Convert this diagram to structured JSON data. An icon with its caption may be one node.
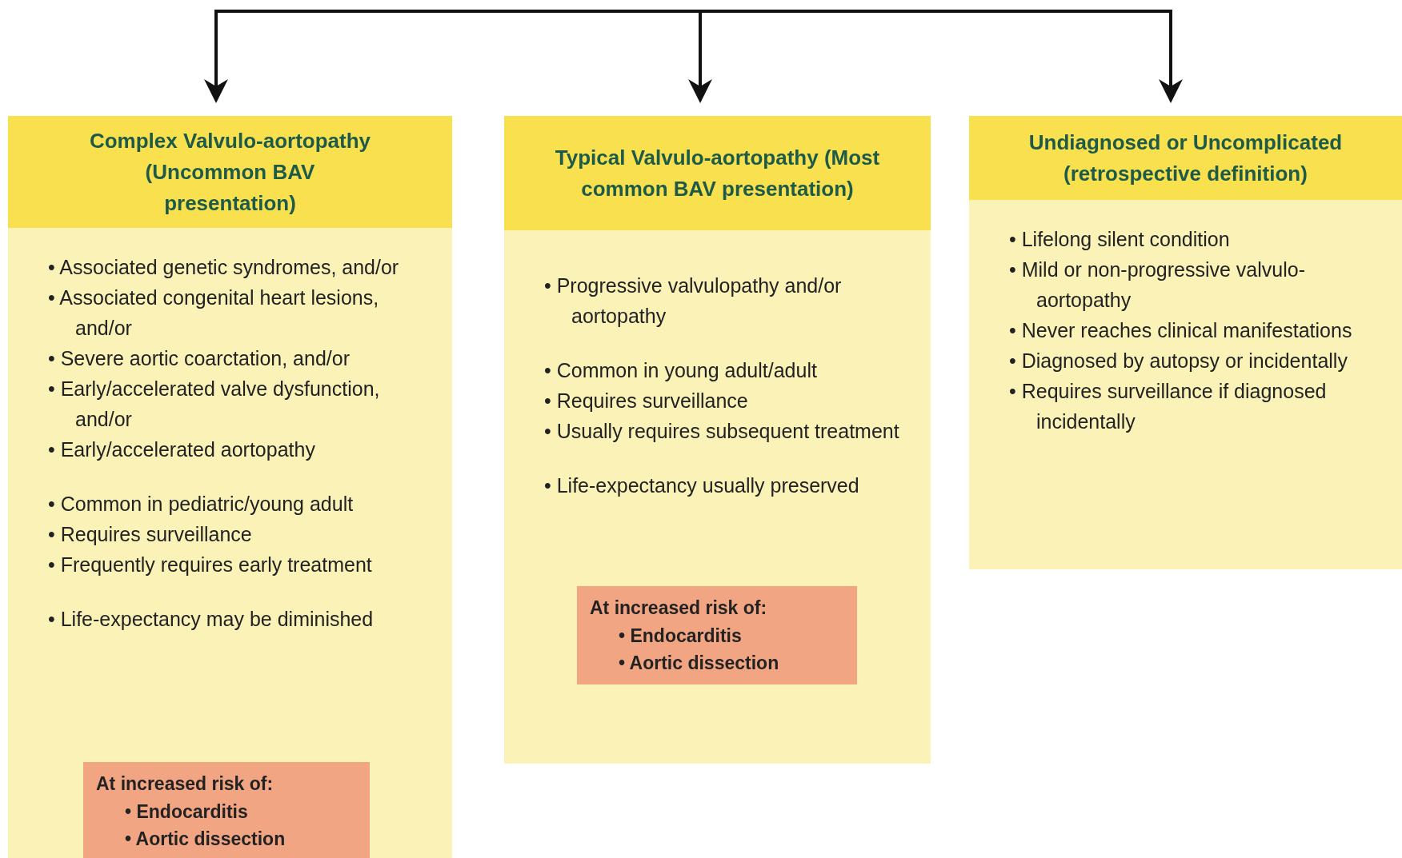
{
  "diagram": {
    "nodes": [
      {
        "text": [
          "Complex Valvulo-aortopathy (Uncommon BAV presentation)",
          "• Associated genetic syndromes, and/or",
          "• Associated congenital heart lesions, and/or",
          "• Severe aortic coarctation, and/or",
          "• Early/accelerated valve dysfunction, and/or",
          "• Early/accelerated aortopathy",
          "• Common in pediatric/young adult",
          "• Requires surveillance",
          "• Frequently requires early treatment",
          "• Life-expectancy may be diminished"
        ]
      },
      {
        "text": [
          "At increased risk of:",
          "• Endocarditis",
          "• Aortic dissection"
        ],
        "in": 0
      },
      {
        "text": [
          "Typical Valvulo-aortopathy (Most common BAV presentation)",
          "• Progressive valvulopathy and/or aortopathy",
          "• Common in young adult/adult",
          "• Requires surveillance",
          "• Usually requires subsequent treatment",
          "• Life-expectancy usually preserved"
        ]
      },
      {
        "text": [
          "At increased risk of:",
          "• Endocarditis",
          "• Aortic dissection"
        ],
        "in": 2
      },
      {
        "text": [
          "Undiagnosed or Uncomplicated (retrospective definition)",
          "• Lifelong silent condition",
          "• Mild or non-progressive valvulo-aortopathy",
          "• Never reaches clinical manifestations",
          "• Diagnosed by autopsy or incidentally",
          "• Requires surveillance if diagnosed incidentally"
        ]
      }
    ],
    "edges": [
      {
        "from": null,
        "to": 0,
        "arrow": "to"
      },
      {
        "from": null,
        "to": 2,
        "arrow": "to"
      },
      {
        "from": null,
        "to": 4,
        "arrow": "to"
      }
    ]
  }
}
